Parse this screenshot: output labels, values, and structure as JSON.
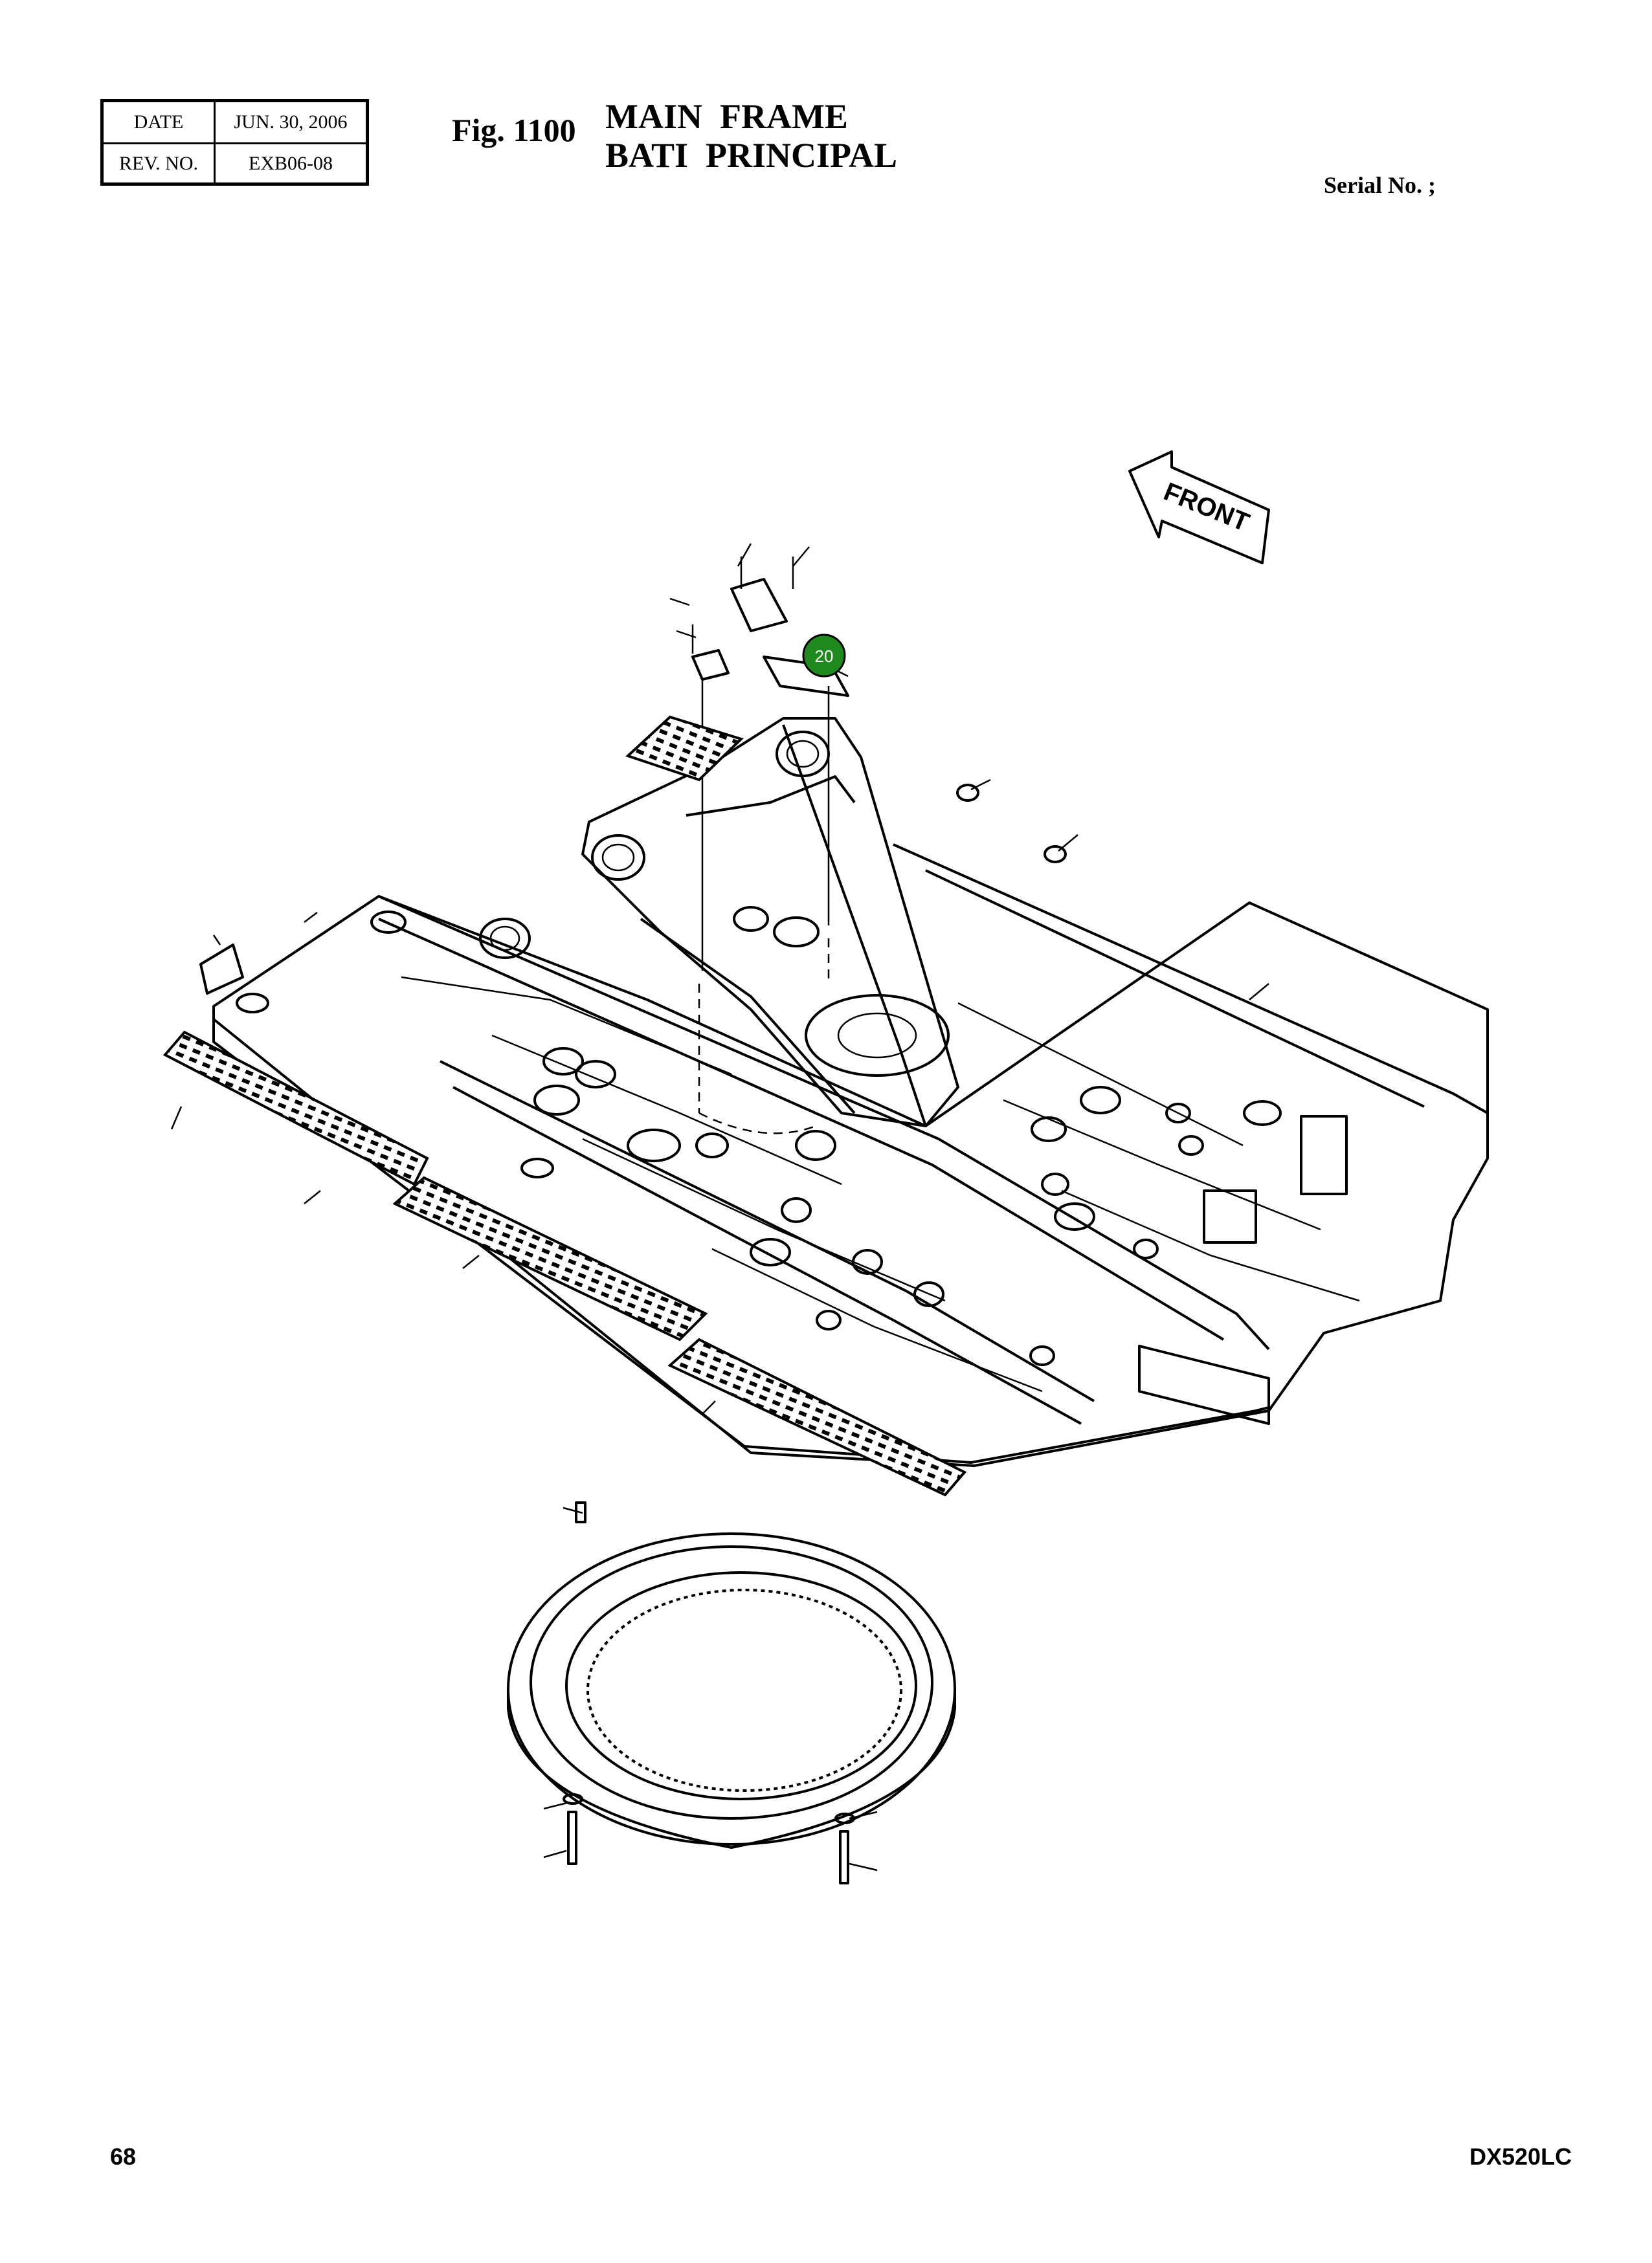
{
  "header": {
    "date_label": "DATE",
    "date_value": "JUN. 30, 2006",
    "rev_label": "REV. NO.",
    "rev_value": "EXB06-08"
  },
  "figure": {
    "number": "Fig. 1100",
    "title_en": "MAIN  FRAME",
    "title_fr": "BATI  PRINCIPAL",
    "serial": "Serial No. ;"
  },
  "drawing": {
    "front_label": "FRONT",
    "callout": {
      "label": "20",
      "color": "#1e8a1e"
    }
  },
  "footer": {
    "page": "68",
    "model": "DX520LC"
  }
}
